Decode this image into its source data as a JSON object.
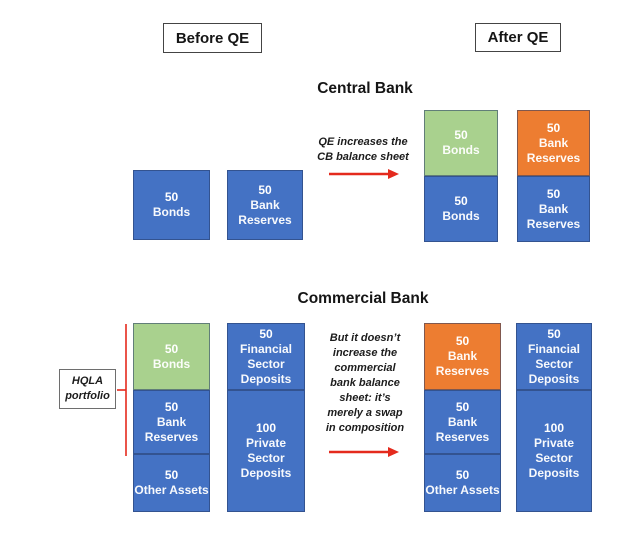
{
  "colors": {
    "blue": "#4472C4",
    "green": "#A9D18E",
    "orange": "#ED7D31",
    "arrow_red": "#E42A1D"
  },
  "headers": {
    "before_qe": "Before QE",
    "after_qe": "After QE"
  },
  "central_bank": {
    "title": "Central Bank",
    "annotation": "QE increases the\nCB balance sheet",
    "before": {
      "bonds": {
        "value": "50",
        "label": "Bonds"
      },
      "bank_reserves": {
        "value": "50",
        "label": "Bank Reserves"
      }
    },
    "after": {
      "new_bonds": {
        "value": "50",
        "label": "Bonds"
      },
      "bonds": {
        "value": "50",
        "label": "Bonds"
      },
      "new_bank_reserves": {
        "value": "50",
        "label": "Bank Reserves"
      },
      "bank_reserves": {
        "value": "50",
        "label": "Bank Reserves"
      }
    }
  },
  "commercial_bank": {
    "title": "Commercial Bank",
    "annotation": "But it doesn’t\nincrease the\ncommercial\nbank balance\nsheet: it’s\nmerely a swap\nin composition",
    "hqla_label": "HQLA\nportfolio",
    "before": {
      "bonds": {
        "value": "50",
        "label": "Bonds"
      },
      "bank_reserves": {
        "value": "50",
        "label": "Bank Reserves"
      },
      "other_assets": {
        "value": "50",
        "label": "Other Assets"
      },
      "financial_deposits": {
        "value": "50",
        "label": "Financial Sector Deposits"
      },
      "private_deposits": {
        "value": "100",
        "label": "Private Sector Deposits"
      }
    },
    "after": {
      "new_bank_reserves": {
        "value": "50",
        "label": "Bank Reserves"
      },
      "bank_reserves": {
        "value": "50",
        "label": "Bank Reserves"
      },
      "other_assets": {
        "value": "50",
        "label": "Other Assets"
      },
      "financial_deposits": {
        "value": "50",
        "label": "Financial Sector Deposits"
      },
      "private_deposits": {
        "value": "100",
        "label": "Private Sector Deposits"
      }
    }
  }
}
